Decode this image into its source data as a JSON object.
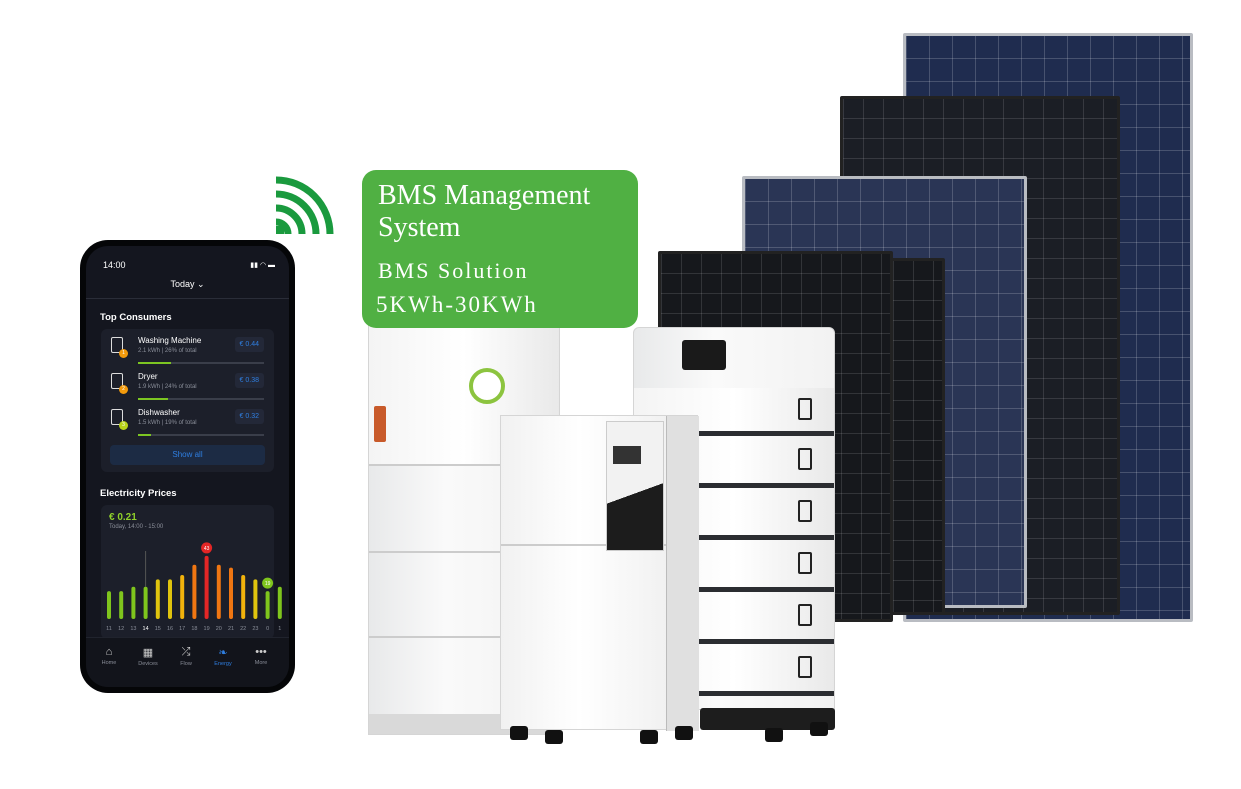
{
  "banner": {
    "title_line1": "BMS Management",
    "title_line2": "System",
    "subtitle": "BMS Solution",
    "capacity": "5KWh-30KWh",
    "color": "#50b043"
  },
  "phone": {
    "time": "14:00",
    "period": "Today",
    "top_consumers": {
      "heading": "Top Consumers",
      "items": [
        {
          "name": "Washing Machine",
          "rank": "1",
          "energy": "2.1 kWh",
          "share": "26% of total",
          "cost": "€ 0.44",
          "share_pct": 26
        },
        {
          "name": "Dryer",
          "rank": "2",
          "energy": "1.9 kWh",
          "share": "24% of total",
          "cost": "€ 0.38",
          "share_pct": 24
        },
        {
          "name": "Dishwasher",
          "rank": "3",
          "energy": "1.5 kWh",
          "share": "19% of total",
          "cost": "€ 0.32",
          "share_pct": 19
        }
      ],
      "show_all": "Show all"
    },
    "prices": {
      "heading": "Electricity Prices",
      "current": "€ 0.21",
      "current_time": "Today, 14:00 - 15:00"
    },
    "nav": [
      {
        "label": "Home",
        "icon": "home-icon"
      },
      {
        "label": "Devices",
        "icon": "grid-icon"
      },
      {
        "label": "Flow",
        "icon": "shuffle-icon"
      },
      {
        "label": "Energy",
        "icon": "leaf-icon",
        "active": true
      },
      {
        "label": "More",
        "icon": "more-icon"
      }
    ]
  },
  "chart_data": {
    "type": "bar",
    "title": "Electricity Prices",
    "categories": [
      "11",
      "12",
      "13",
      "14",
      "15",
      "16",
      "17",
      "18",
      "19",
      "20",
      "21",
      "22",
      "23",
      "0",
      "1"
    ],
    "values": [
      19,
      19,
      22,
      22,
      27,
      27,
      30,
      37,
      43,
      37,
      35,
      30,
      27,
      19,
      22
    ],
    "selected": "14",
    "annotations": [
      {
        "category": "19",
        "label": "43"
      },
      {
        "category": "0",
        "label": "19"
      }
    ],
    "ylim": [
      0,
      45
    ]
  }
}
